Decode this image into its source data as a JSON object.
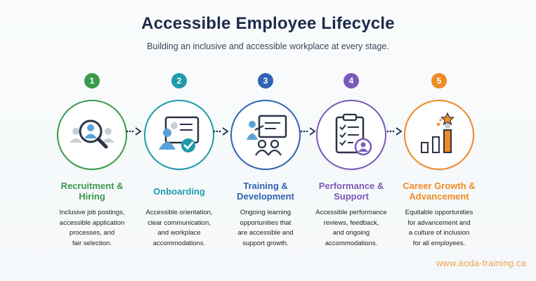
{
  "header": {
    "title": "Accessible Employee Lifecycle",
    "subtitle": "Building an inclusive and accessible workplace at every stage."
  },
  "stages": [
    {
      "number": "1",
      "label_lines": [
        "Recruitment &",
        "Hiring"
      ],
      "desc_lines": [
        "Inclusive job postings,",
        "accessible application",
        "processes, and",
        "fair selection."
      ],
      "color": "#3a9a4a",
      "icon": "magnifier-person-icon"
    },
    {
      "number": "2",
      "label_lines": [
        "Onboarding"
      ],
      "desc_lines": [
        "Accessible orientation,",
        "clear communication,",
        "and workplace",
        "accommodations."
      ],
      "color": "#1f9bab",
      "icon": "onboarding-board-icon"
    },
    {
      "number": "3",
      "label_lines": [
        "Training &",
        "Development"
      ],
      "desc_lines": [
        "Ongoing learning",
        "opportunities that",
        "are accessible and",
        "support growth."
      ],
      "color": "#2e64b3",
      "icon": "presentation-board-icon"
    },
    {
      "number": "4",
      "label_lines": [
        "Performance &",
        "Support"
      ],
      "desc_lines": [
        "Accessible performance",
        "reviews, feedback,",
        "and ongoing",
        "accommodations."
      ],
      "color": "#7b59b8",
      "icon": "checklist-clipboard-icon"
    },
    {
      "number": "5",
      "label_lines": [
        "Career Growth &",
        "Advancement"
      ],
      "desc_lines": [
        "Equitable opportunities",
        "for advancement and",
        "a culture of inclusion",
        "for all employees."
      ],
      "color": "#f08a24",
      "icon": "growth-chart-star-icon"
    }
  ],
  "connector_icon": "dotted-arrow-icon",
  "watermark": "www.aoda-training.ca"
}
